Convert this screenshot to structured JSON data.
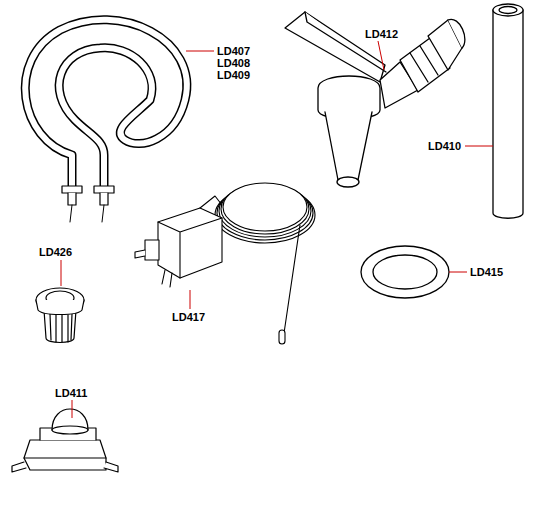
{
  "diagram": {
    "labels": [
      "LD407",
      "LD408",
      "LD409",
      "LD412",
      "LD410",
      "LD426",
      "LD417",
      "LD415",
      "LD411"
    ]
  }
}
